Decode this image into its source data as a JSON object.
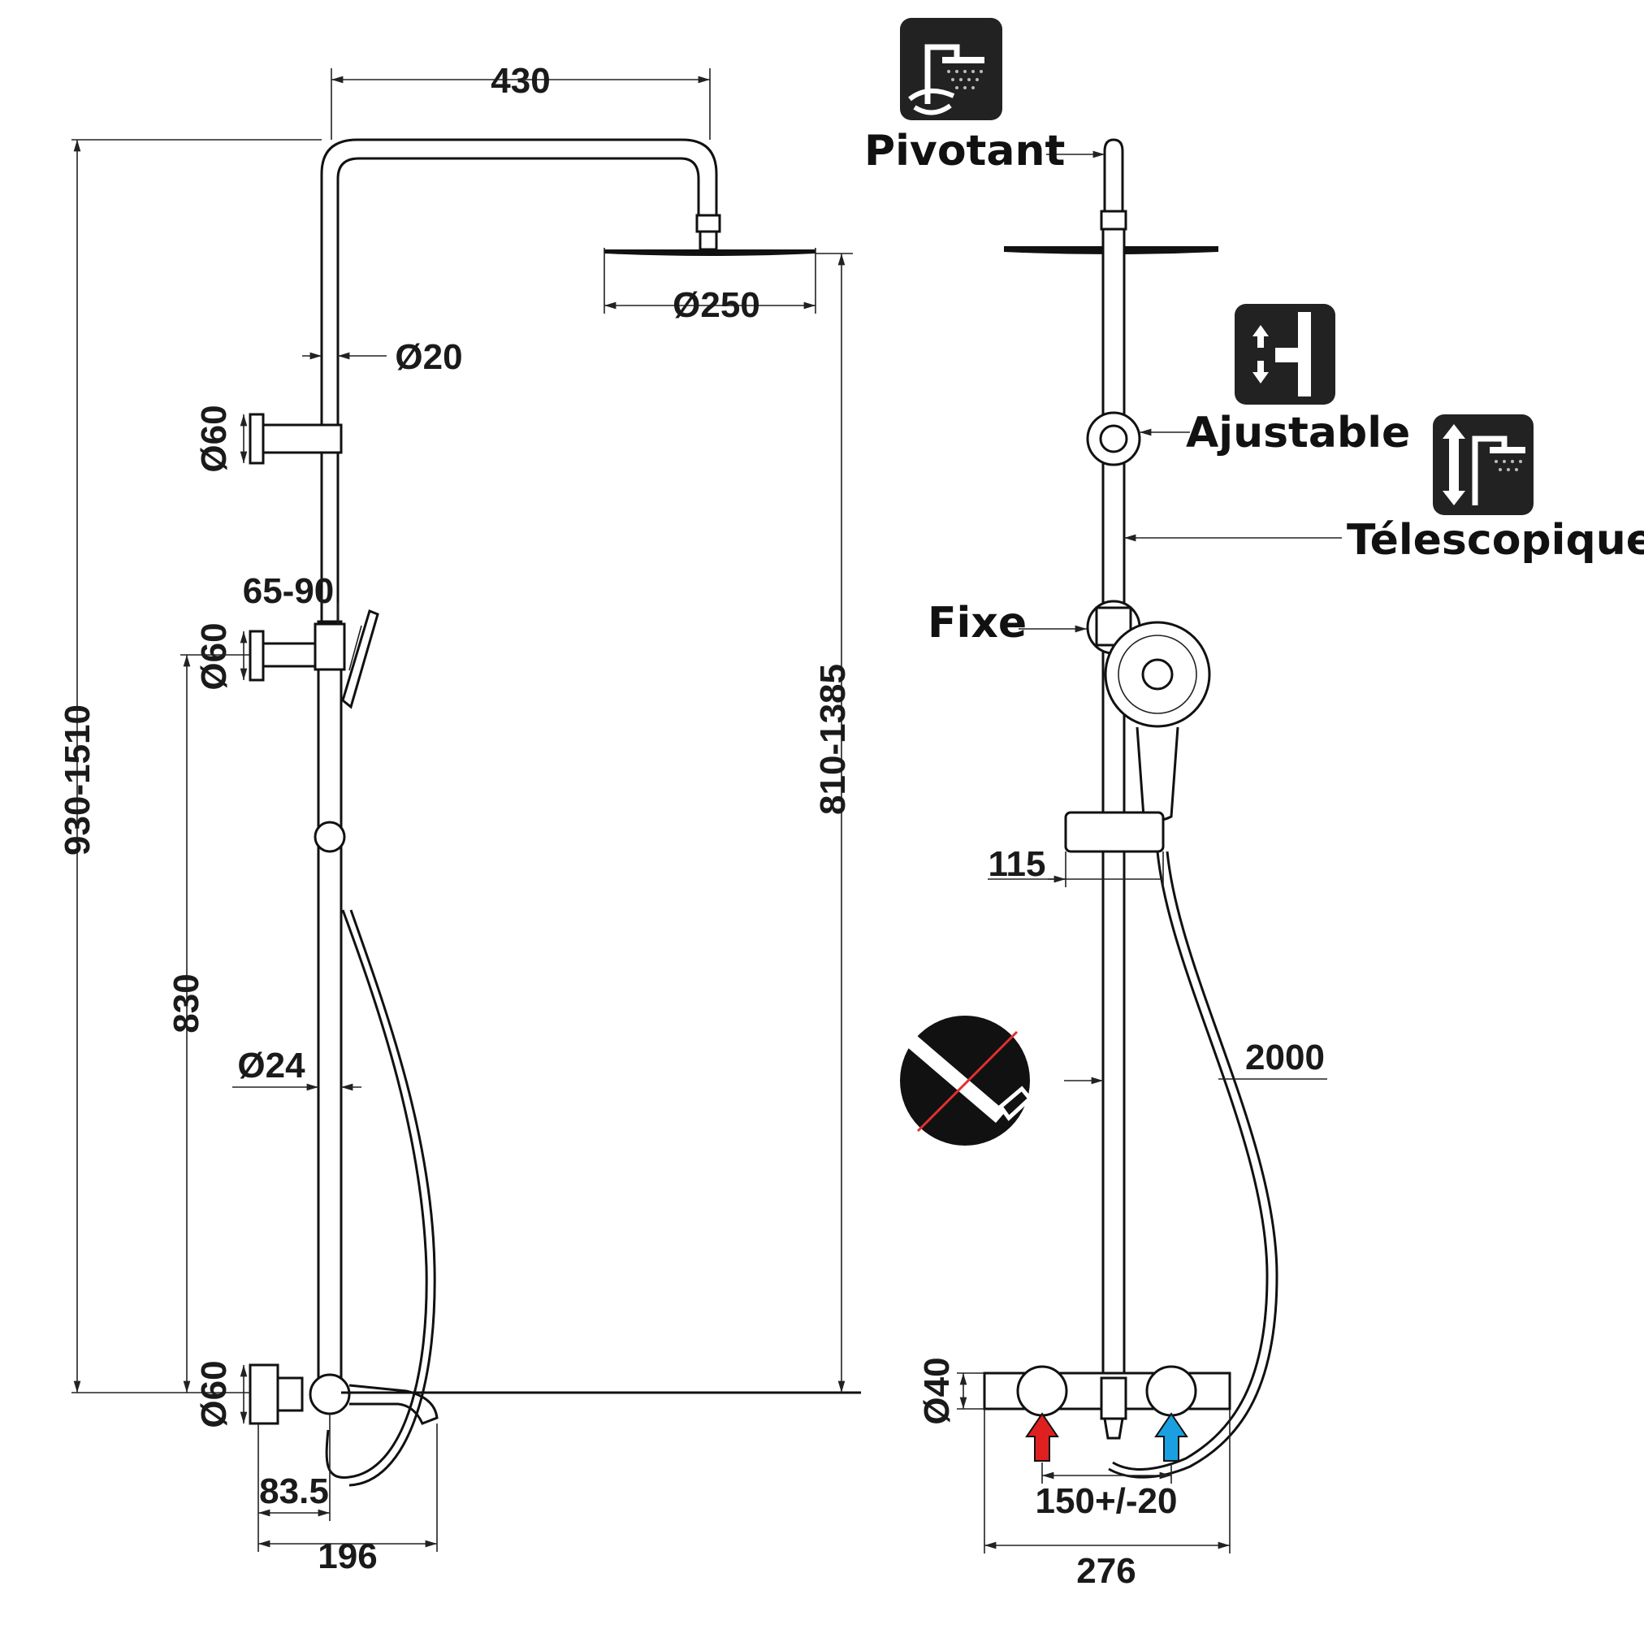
{
  "colors": {
    "line": "#111111",
    "icon_bg": "#222222",
    "hot": "#e02020",
    "cold": "#1aa0e0",
    "saw_stroke": "#e03030"
  },
  "front_view": {
    "dims": {
      "arm_length": "430",
      "head_diameter": "Ø250",
      "riser_diameter": "Ø20",
      "upper_bracket": "Ø60",
      "bracket_depth": "65-90",
      "middle_bracket": "Ø60",
      "total_height": "930-1510",
      "riser_height": "810-1385",
      "lower_height": "830",
      "bar_diameter": "Ø24",
      "mixer_flange": "Ø60",
      "spout_offset": "83.5",
      "spout_reach": "196"
    }
  },
  "side_view": {
    "labels": {
      "pivot": "Pivotant",
      "adjust": "Ajustable",
      "telescopic": "Télescopique",
      "fixed": "Fixe"
    },
    "icons": {
      "pivot": "swivel-shower-icon",
      "adjust": "adjustable-bracket-icon",
      "telescopic": "telescopic-icon",
      "no_cut": "no-saw-icon"
    },
    "dims": {
      "holder": "115",
      "hose": "2000",
      "mixer_height": "Ø40",
      "centers": "150+/-20",
      "mixer_width": "276"
    }
  }
}
